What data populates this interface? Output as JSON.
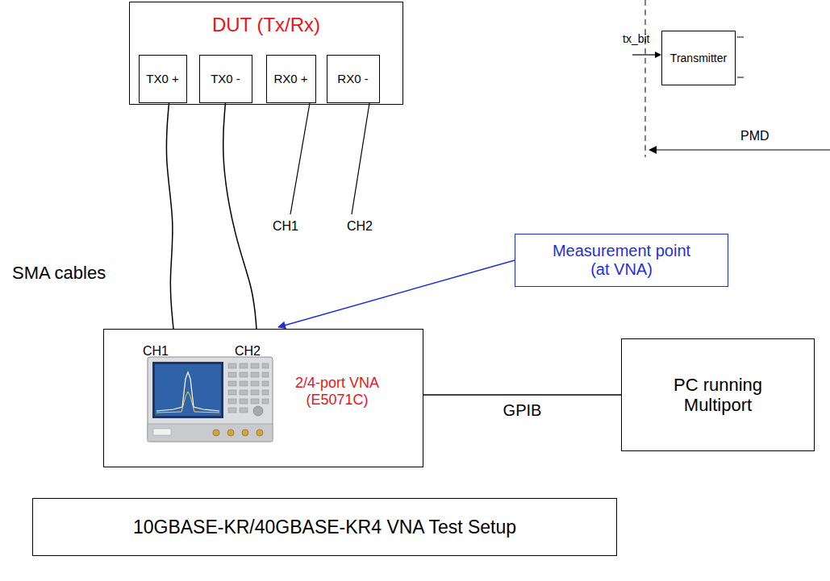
{
  "diagram": {
    "nodes": [
      {
        "text": [
          "DUT (Tx/Rx)"
        ]
      },
      {
        "text": [
          "TX0 +"
        ],
        "in": 0
      },
      {
        "text": [
          "TX0 -"
        ],
        "in": 0
      },
      {
        "text": [
          "RX0 +"
        ],
        "in": 0
      },
      {
        "text": [
          "RX0 -"
        ],
        "in": 0
      },
      {
        "text": [
          "CH1",
          "CH2",
          "2/4-port VNA (E5071C)"
        ]
      },
      {
        "text": [
          "Measurement point (at VNA)"
        ]
      },
      {
        "text": [
          "PC running Multiport"
        ]
      },
      {
        "text": [
          "10GBASE-KR/40GBASE-KR4 VNA Test Setup"
        ]
      },
      {
        "text": [
          "Transmitter"
        ]
      }
    ],
    "edges": [
      {
        "from": 1,
        "to": 5,
        "arrow": "none"
      },
      {
        "from": 2,
        "to": 5,
        "arrow": "none"
      },
      {
        "from": 6,
        "to": 5,
        "arrow": "to"
      },
      {
        "from": 5,
        "to": 7,
        "label": "GPIB",
        "arrow": "none"
      }
    ],
    "labels": [
      "CH1",
      "CH2",
      "SMA cables",
      "tx_bit",
      "PMD"
    ]
  }
}
